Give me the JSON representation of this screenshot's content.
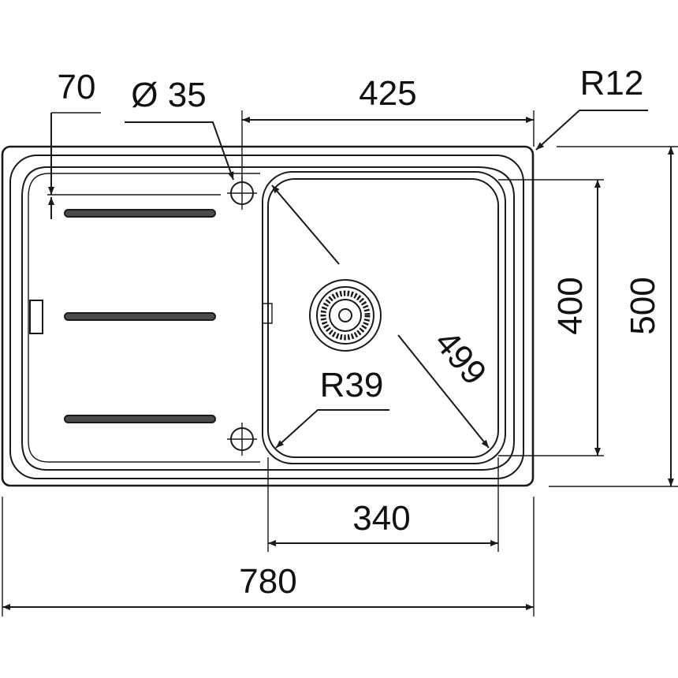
{
  "diagram": {
    "colors": {
      "stroke": "#1a1a1a",
      "text": "#111111",
      "background": "#ffffff",
      "slot_fill": "#4a4a4a"
    },
    "dimensions": {
      "drainer_offset": "70",
      "tap_hole_diameter": "Ø 35",
      "bowl_length": "425",
      "corner_radius_outer": "R12",
      "bowl_width": "400",
      "overall_width": "500",
      "bowl_diagonal": "499",
      "bowl_corner_radius": "R39",
      "bowl_inner_length": "340",
      "overall_length": "780"
    }
  }
}
